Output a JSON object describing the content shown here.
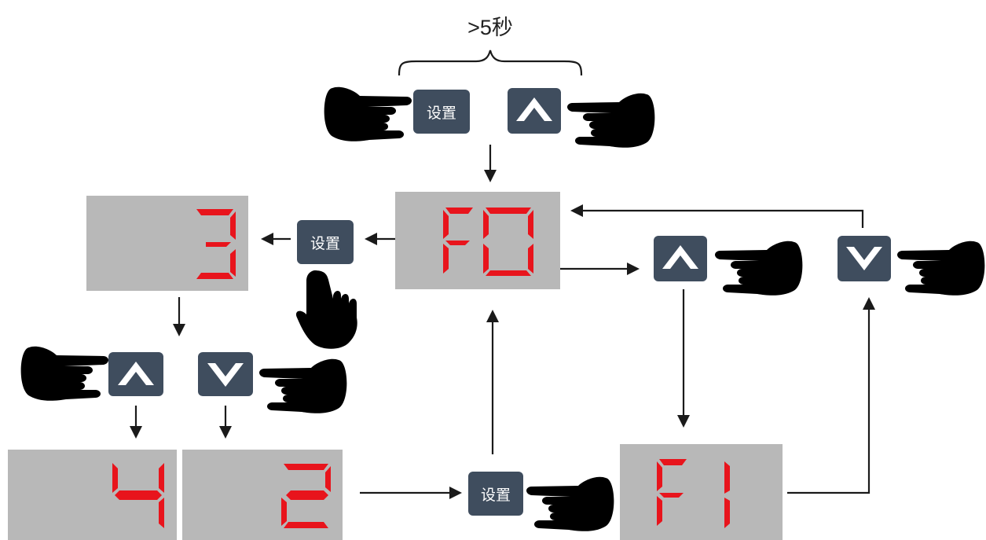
{
  "hold_label": ">5秒",
  "set_key_label": "设置",
  "keys": {
    "up": {
      "icon": "chevron-up-icon"
    },
    "down": {
      "icon": "chevron-down-icon"
    }
  },
  "displays": [
    {
      "id": "F0",
      "text": "F0"
    },
    {
      "id": "F1",
      "text": "F1"
    },
    {
      "id": "3",
      "text": "3"
    },
    {
      "id": "4",
      "text": "4"
    },
    {
      "id": "2",
      "text": "2"
    }
  ],
  "colors": {
    "display_background": "#b8b8b8",
    "segment": "#e8141c",
    "key": "#3f4d5e",
    "key_text": "#ffffff"
  }
}
